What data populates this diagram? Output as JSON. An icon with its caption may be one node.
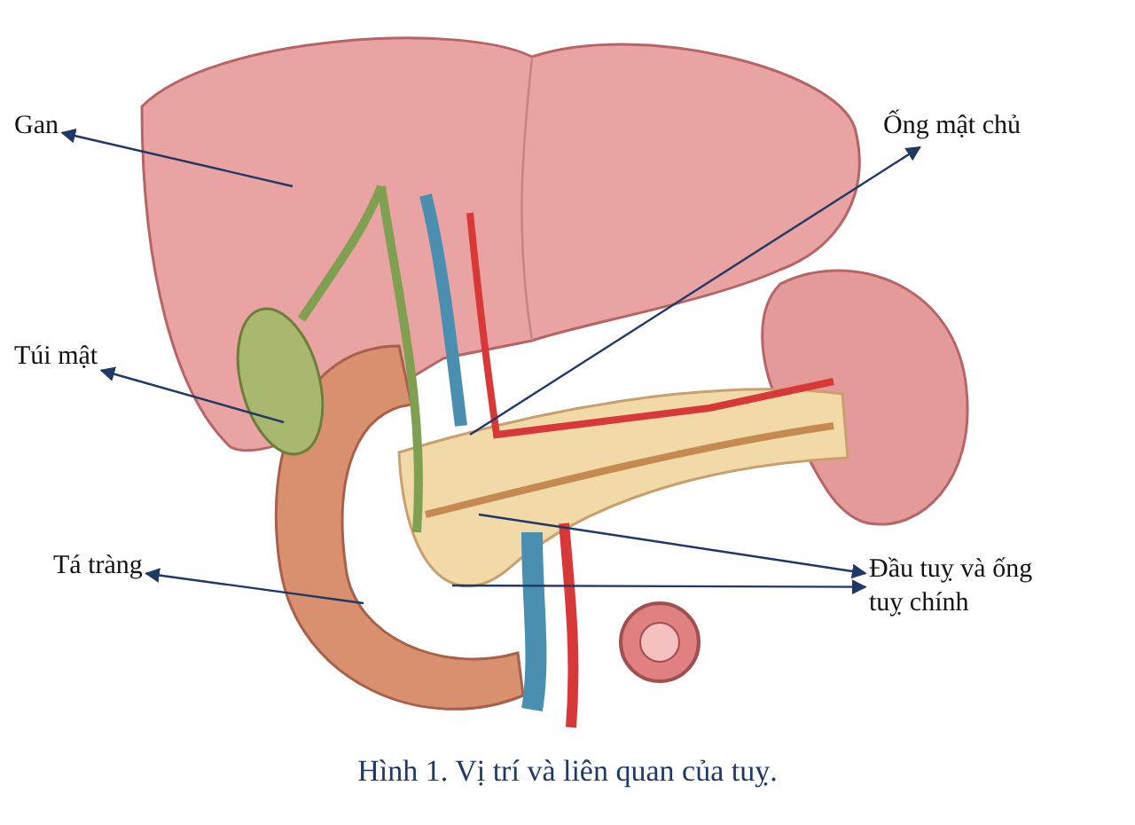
{
  "diagram": {
    "caption": "Hình 1. Vị trí và liên quan của tuỵ.",
    "nodes": [
      {
        "text": [
          "Gan"
        ]
      },
      {
        "text": [
          "Ống mật chủ"
        ]
      },
      {
        "text": [
          "Túi mật"
        ]
      },
      {
        "text": [
          "Tá tràng"
        ]
      },
      {
        "text": [
          "Đầu tuỵ và ống tuỵ chính"
        ]
      }
    ],
    "edges": [
      {
        "from": null,
        "to": 0,
        "arrow": "to"
      },
      {
        "from": null,
        "to": 1,
        "arrow": "to"
      },
      {
        "from": null,
        "to": 2,
        "arrow": "to"
      },
      {
        "from": null,
        "to": 3,
        "arrow": "to"
      },
      {
        "from": null,
        "to": 4,
        "arrow": "to"
      },
      {
        "from": null,
        "to": 4,
        "arrow": "to"
      }
    ]
  }
}
